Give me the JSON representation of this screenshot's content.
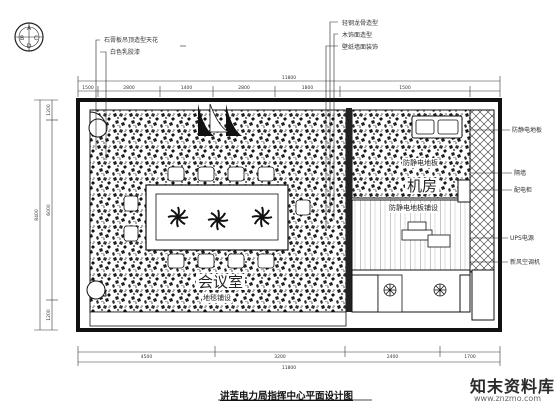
{
  "drawing": {
    "title": "讲苦电力局指挥中心平面设计图",
    "room_meeting": "会议室",
    "room_machine": "机房",
    "meeting_floor_note": "地毯铺设",
    "machine_floor_note1": "防静电地板",
    "machine_floor_note2": "防静电地板铺设"
  },
  "callouts_left": [
    "石膏板吊顶造型天花",
    "白色乳胶漆"
  ],
  "callouts_top": [
    "轻钢龙骨造型",
    "木饰面造型",
    "壁纸墙面装饰"
  ],
  "callouts_right": [
    "防静电地板",
    "隔墙",
    "配电柜",
    "UPS电源",
    "新风空调机"
  ],
  "dimensions": {
    "top_total": "11800",
    "top_segments": [
      "1500",
      "2800",
      "1400",
      "2800",
      "1800",
      "1500"
    ],
    "bottom_total": "11800",
    "bottom_segments": [
      "4500",
      "3200",
      "2400",
      "1700"
    ],
    "left_total": "8400",
    "left_segments": [
      "1200",
      "6000",
      "1200"
    ]
  },
  "watermark": {
    "brand": "知末资料库",
    "url": "www.znzmo.com"
  },
  "compass_letters": [
    "A",
    "B",
    "C",
    "D"
  ]
}
